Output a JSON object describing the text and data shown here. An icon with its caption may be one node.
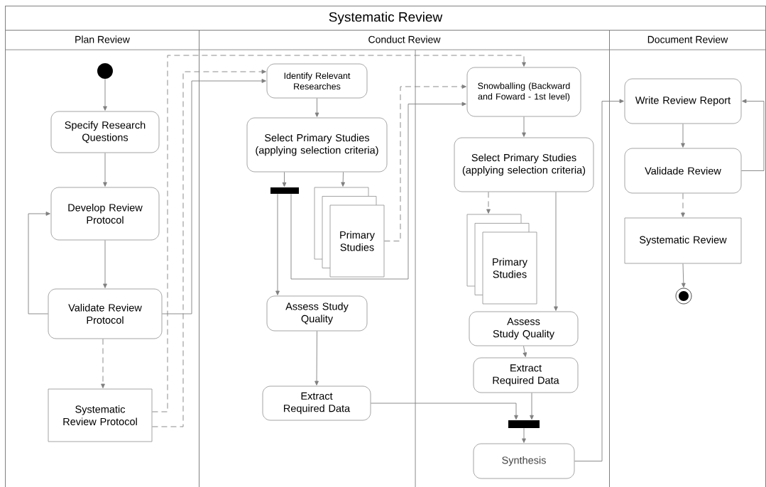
{
  "diagram": {
    "title": "Systematic Review",
    "nodes": [
      {
        "text": [
          "Plan Review"
        ]
      },
      {
        "text": [
          "Conduct Review"
        ]
      },
      {
        "text": [
          "Document Review"
        ]
      },
      {
        "text": [],
        "shape": "circle",
        "in": 0
      },
      {
        "text": [
          "Specify Research Questions"
        ],
        "in": 0
      },
      {
        "text": [
          "Develop Review Protocol"
        ],
        "in": 0
      },
      {
        "text": [
          "Validate Review Protocol"
        ],
        "in": 0
      },
      {
        "text": [
          "Systematic Review Protocol"
        ],
        "in": 0
      },
      {
        "text": [
          "Identify Relevant Researches"
        ],
        "in": 1
      },
      {
        "text": [
          "Select Primary Studies (applying selection criteria)"
        ],
        "in": 1
      },
      {
        "text": [],
        "shape": "bar",
        "in": 1
      },
      {
        "text": [
          "Primary Studies"
        ],
        "in": 1
      },
      {
        "text": [
          "Assess Study Quality"
        ],
        "in": 1
      },
      {
        "text": [
          "Extract Required Data"
        ],
        "in": 1
      },
      {
        "text": [
          "Snowballing (Backward and Foward - 1st level)"
        ],
        "in": 1
      },
      {
        "text": [
          "Select Primary Studies (applying selection criteria)"
        ],
        "in": 1
      },
      {
        "text": [
          "Primary Studies"
        ],
        "in": 1
      },
      {
        "text": [
          "Assess Study Quality"
        ],
        "in": 1
      },
      {
        "text": [
          "Extract Required Data"
        ],
        "in": 1
      },
      {
        "text": [],
        "shape": "bar",
        "in": 1
      },
      {
        "text": [
          "Synthesis"
        ],
        "in": 1
      },
      {
        "text": [
          "Write Review Report"
        ],
        "in": 2
      },
      {
        "text": [
          "Validade Review"
        ],
        "in": 2
      },
      {
        "text": [
          "Systematic Review"
        ],
        "in": 2
      },
      {
        "text": [],
        "shape": "circle",
        "in": 2
      }
    ],
    "edges": [
      {
        "from": 3,
        "to": 4,
        "arrow": "to"
      },
      {
        "from": 4,
        "to": 5,
        "arrow": "to"
      },
      {
        "from": 5,
        "to": 6,
        "arrow": "to"
      },
      {
        "from": 6,
        "to": 5,
        "arrow": "to"
      },
      {
        "from": 6,
        "to": 7,
        "arrow": "to",
        "style": "dashed"
      },
      {
        "from": 6,
        "to": 8,
        "arrow": "to"
      },
      {
        "from": 7,
        "to": 8,
        "arrow": "to",
        "style": "dashed"
      },
      {
        "from": 7,
        "to": 14,
        "arrow": "to",
        "style": "dashed"
      },
      {
        "from": 8,
        "to": 9,
        "arrow": "to"
      },
      {
        "from": 9,
        "to": 10,
        "arrow": "to"
      },
      {
        "from": 9,
        "to": 11,
        "arrow": "to"
      },
      {
        "from": 10,
        "to": 12,
        "arrow": "to"
      },
      {
        "from": 10,
        "to": 14,
        "arrow": "to"
      },
      {
        "from": 11,
        "to": 14,
        "arrow": "to",
        "style": "dashed"
      },
      {
        "from": 12,
        "to": 13,
        "arrow": "to"
      },
      {
        "from": 13,
        "to": 19,
        "arrow": "to"
      },
      {
        "from": 14,
        "to": 15,
        "arrow": "to"
      },
      {
        "from": 15,
        "to": 16,
        "arrow": "to",
        "style": "dashed"
      },
      {
        "from": 15,
        "to": 17,
        "arrow": "to"
      },
      {
        "from": 17,
        "to": 18,
        "arrow": "to"
      },
      {
        "from": 18,
        "to": 19,
        "arrow": "to"
      },
      {
        "from": 19,
        "to": 20,
        "arrow": "to"
      },
      {
        "from": 20,
        "to": 21,
        "arrow": "to"
      },
      {
        "from": 21,
        "to": 22,
        "arrow": "to"
      },
      {
        "from": 22,
        "to": 21,
        "arrow": "to"
      },
      {
        "from": 22,
        "to": 23,
        "arrow": "to",
        "style": "dashed"
      },
      {
        "from": 23,
        "to": 24,
        "arrow": "to"
      }
    ]
  }
}
